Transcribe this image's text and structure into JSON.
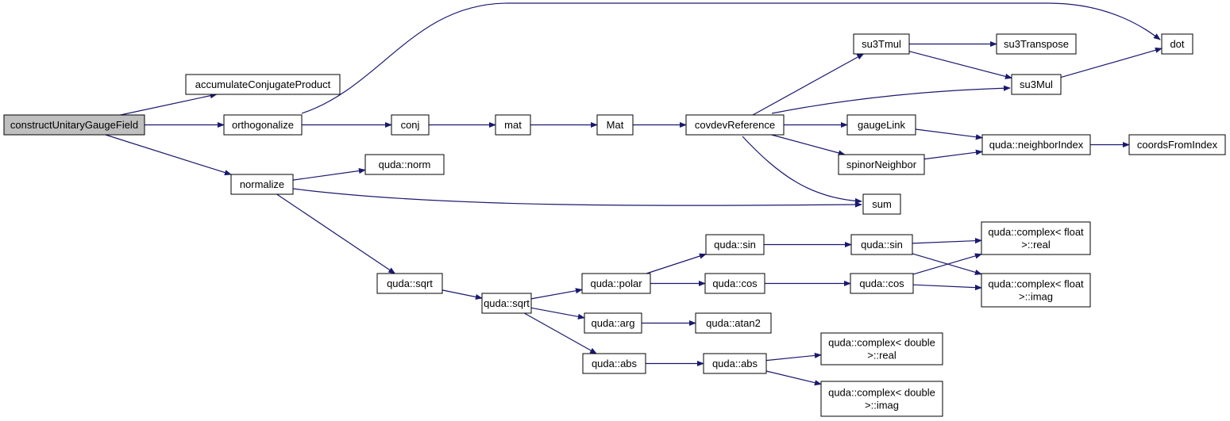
{
  "colors": {
    "edge": "#191970",
    "root_fill": "#bfbfbf",
    "node_fill": "#ffffff",
    "border": "#000000"
  },
  "nodes": [
    {
      "id": "n0",
      "lines": [
        "constructUnitaryGaugeField"
      ],
      "root": true
    },
    {
      "id": "n1",
      "lines": [
        "accumulateConjugateProduct"
      ]
    },
    {
      "id": "n2",
      "lines": [
        "orthogonalize"
      ]
    },
    {
      "id": "n3",
      "lines": [
        "normalize"
      ]
    },
    {
      "id": "n4",
      "lines": [
        "conj"
      ]
    },
    {
      "id": "n5",
      "lines": [
        "mat"
      ]
    },
    {
      "id": "n6",
      "lines": [
        "Mat"
      ]
    },
    {
      "id": "n7",
      "lines": [
        "covdevReference"
      ]
    },
    {
      "id": "n8",
      "lines": [
        "su3Tmul"
      ]
    },
    {
      "id": "n9",
      "lines": [
        "su3Transpose"
      ]
    },
    {
      "id": "n10",
      "lines": [
        "dot"
      ]
    },
    {
      "id": "n11",
      "lines": [
        "su3Mul"
      ]
    },
    {
      "id": "n12",
      "lines": [
        "gaugeLink"
      ]
    },
    {
      "id": "n13",
      "lines": [
        "spinorNeighbor"
      ]
    },
    {
      "id": "n14",
      "lines": [
        "quda::neighborIndex"
      ]
    },
    {
      "id": "n15",
      "lines": [
        "coordsFromIndex"
      ]
    },
    {
      "id": "n16",
      "lines": [
        "sum"
      ]
    },
    {
      "id": "n17",
      "lines": [
        "quda::norm"
      ]
    },
    {
      "id": "n18",
      "lines": [
        "quda::sqrt"
      ]
    },
    {
      "id": "n19",
      "lines": [
        "quda::sqrt"
      ]
    },
    {
      "id": "n20",
      "lines": [
        "quda::polar"
      ]
    },
    {
      "id": "n21",
      "lines": [
        "quda::sin"
      ]
    },
    {
      "id": "n22",
      "lines": [
        "quda::sin"
      ]
    },
    {
      "id": "n23",
      "lines": [
        "quda::cos"
      ]
    },
    {
      "id": "n24",
      "lines": [
        "quda::cos"
      ]
    },
    {
      "id": "n25",
      "lines": [
        "quda::complex< float",
        ">::real"
      ]
    },
    {
      "id": "n26",
      "lines": [
        "quda::complex< float",
        ">::imag"
      ]
    },
    {
      "id": "n27",
      "lines": [
        "quda::arg"
      ]
    },
    {
      "id": "n28",
      "lines": [
        "quda::atan2"
      ]
    },
    {
      "id": "n29",
      "lines": [
        "quda::abs"
      ]
    },
    {
      "id": "n30",
      "lines": [
        "quda::abs"
      ]
    },
    {
      "id": "n31",
      "lines": [
        "quda::complex< double",
        ">::real"
      ]
    },
    {
      "id": "n32",
      "lines": [
        "quda::complex< double",
        ">::imag"
      ]
    }
  ],
  "edges": [
    [
      "n0",
      "n1"
    ],
    [
      "n0",
      "n2"
    ],
    [
      "n0",
      "n3"
    ],
    [
      "n2",
      "n10"
    ],
    [
      "n2",
      "n4"
    ],
    [
      "n4",
      "n5"
    ],
    [
      "n5",
      "n6"
    ],
    [
      "n6",
      "n7"
    ],
    [
      "n7",
      "n8"
    ],
    [
      "n7",
      "n11"
    ],
    [
      "n7",
      "n12"
    ],
    [
      "n7",
      "n13"
    ],
    [
      "n7",
      "n16"
    ],
    [
      "n8",
      "n9"
    ],
    [
      "n8",
      "n11"
    ],
    [
      "n11",
      "n10"
    ],
    [
      "n12",
      "n14"
    ],
    [
      "n13",
      "n14"
    ],
    [
      "n14",
      "n15"
    ],
    [
      "n3",
      "n17"
    ],
    [
      "n3",
      "n16"
    ],
    [
      "n3",
      "n18"
    ],
    [
      "n18",
      "n19"
    ],
    [
      "n19",
      "n20"
    ],
    [
      "n19",
      "n27"
    ],
    [
      "n19",
      "n29"
    ],
    [
      "n20",
      "n21"
    ],
    [
      "n20",
      "n23"
    ],
    [
      "n21",
      "n22"
    ],
    [
      "n23",
      "n24"
    ],
    [
      "n22",
      "n25"
    ],
    [
      "n22",
      "n26"
    ],
    [
      "n24",
      "n25"
    ],
    [
      "n24",
      "n26"
    ],
    [
      "n27",
      "n28"
    ],
    [
      "n29",
      "n30"
    ],
    [
      "n30",
      "n31"
    ],
    [
      "n30",
      "n32"
    ]
  ]
}
